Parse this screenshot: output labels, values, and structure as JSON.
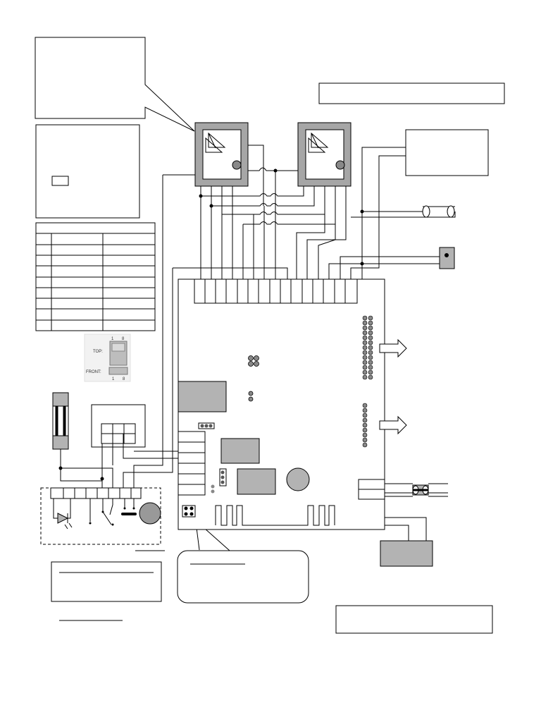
{
  "connector_inset": {
    "top_label": "TOP:",
    "front_label": "FRONT:",
    "pin_first": "1",
    "pin_last": "8"
  },
  "colors": {
    "line": "#000000",
    "relay_frame": "#a6a6a6",
    "component_fill": "#b3b3b3",
    "page": "#ffffff"
  },
  "icons": [
    "relay-switch-icon",
    "arrow-right-icon",
    "diode-icon",
    "led-icon"
  ]
}
